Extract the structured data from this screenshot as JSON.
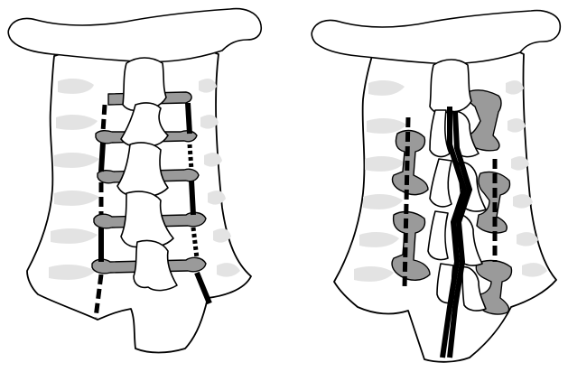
{
  "figure": {
    "panels": [
      {
        "id": "left",
        "technique": "open-door-laminoplasty",
        "fill_color": "#9a9a9a"
      },
      {
        "id": "right",
        "technique": "midline-split-laminoplasty",
        "fill_color": "#9a9a9a"
      }
    ]
  }
}
